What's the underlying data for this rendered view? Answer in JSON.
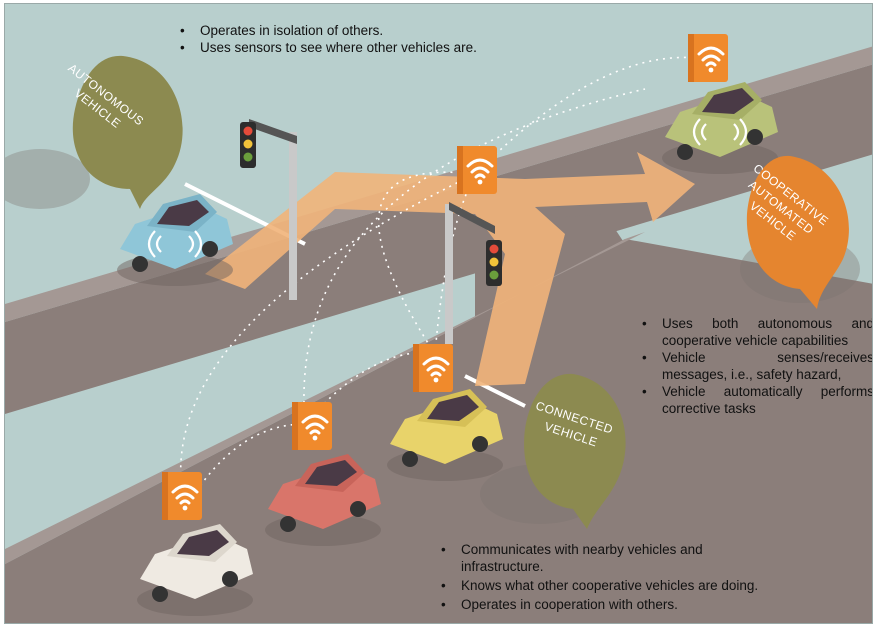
{
  "colors": {
    "background": "#b8cfcd",
    "road": "#8b7e7a",
    "road_top": "#a49894",
    "arrow": "#f1b47a",
    "bubble_olive": "#8c8a50",
    "bubble_orange": "#e5852f",
    "wifi_box": "#f08a2c"
  },
  "bubbles": {
    "autonomous": [
      "AUTONOMOUS",
      "VEHICLE"
    ],
    "cooperative": [
      "COOPERATIVE",
      "AUTOMATED",
      "VEHICLE"
    ],
    "connected": [
      "CONNECTED",
      "VEHICLE"
    ]
  },
  "autonomous_notes": [
    "Operates in isolation of others.",
    "Uses sensors to see where other vehicles are."
  ],
  "cooperative_notes": [
    "Uses both autonomous and cooperative vehicle capabilities",
    "Vehicle senses/receives messages, i.e., safety hazard,",
    "Vehicle automatically performs corrective tasks"
  ],
  "connected_notes": [
    "Communicates with nearby vehicles and infrastructure.",
    "Knows what other cooperative vehicles are doing.",
    "Operates in cooperation with others."
  ],
  "icons": {
    "wifi": "wifi-signal-icon",
    "traffic_light": "traffic-light-icon",
    "car": "car-icon"
  }
}
